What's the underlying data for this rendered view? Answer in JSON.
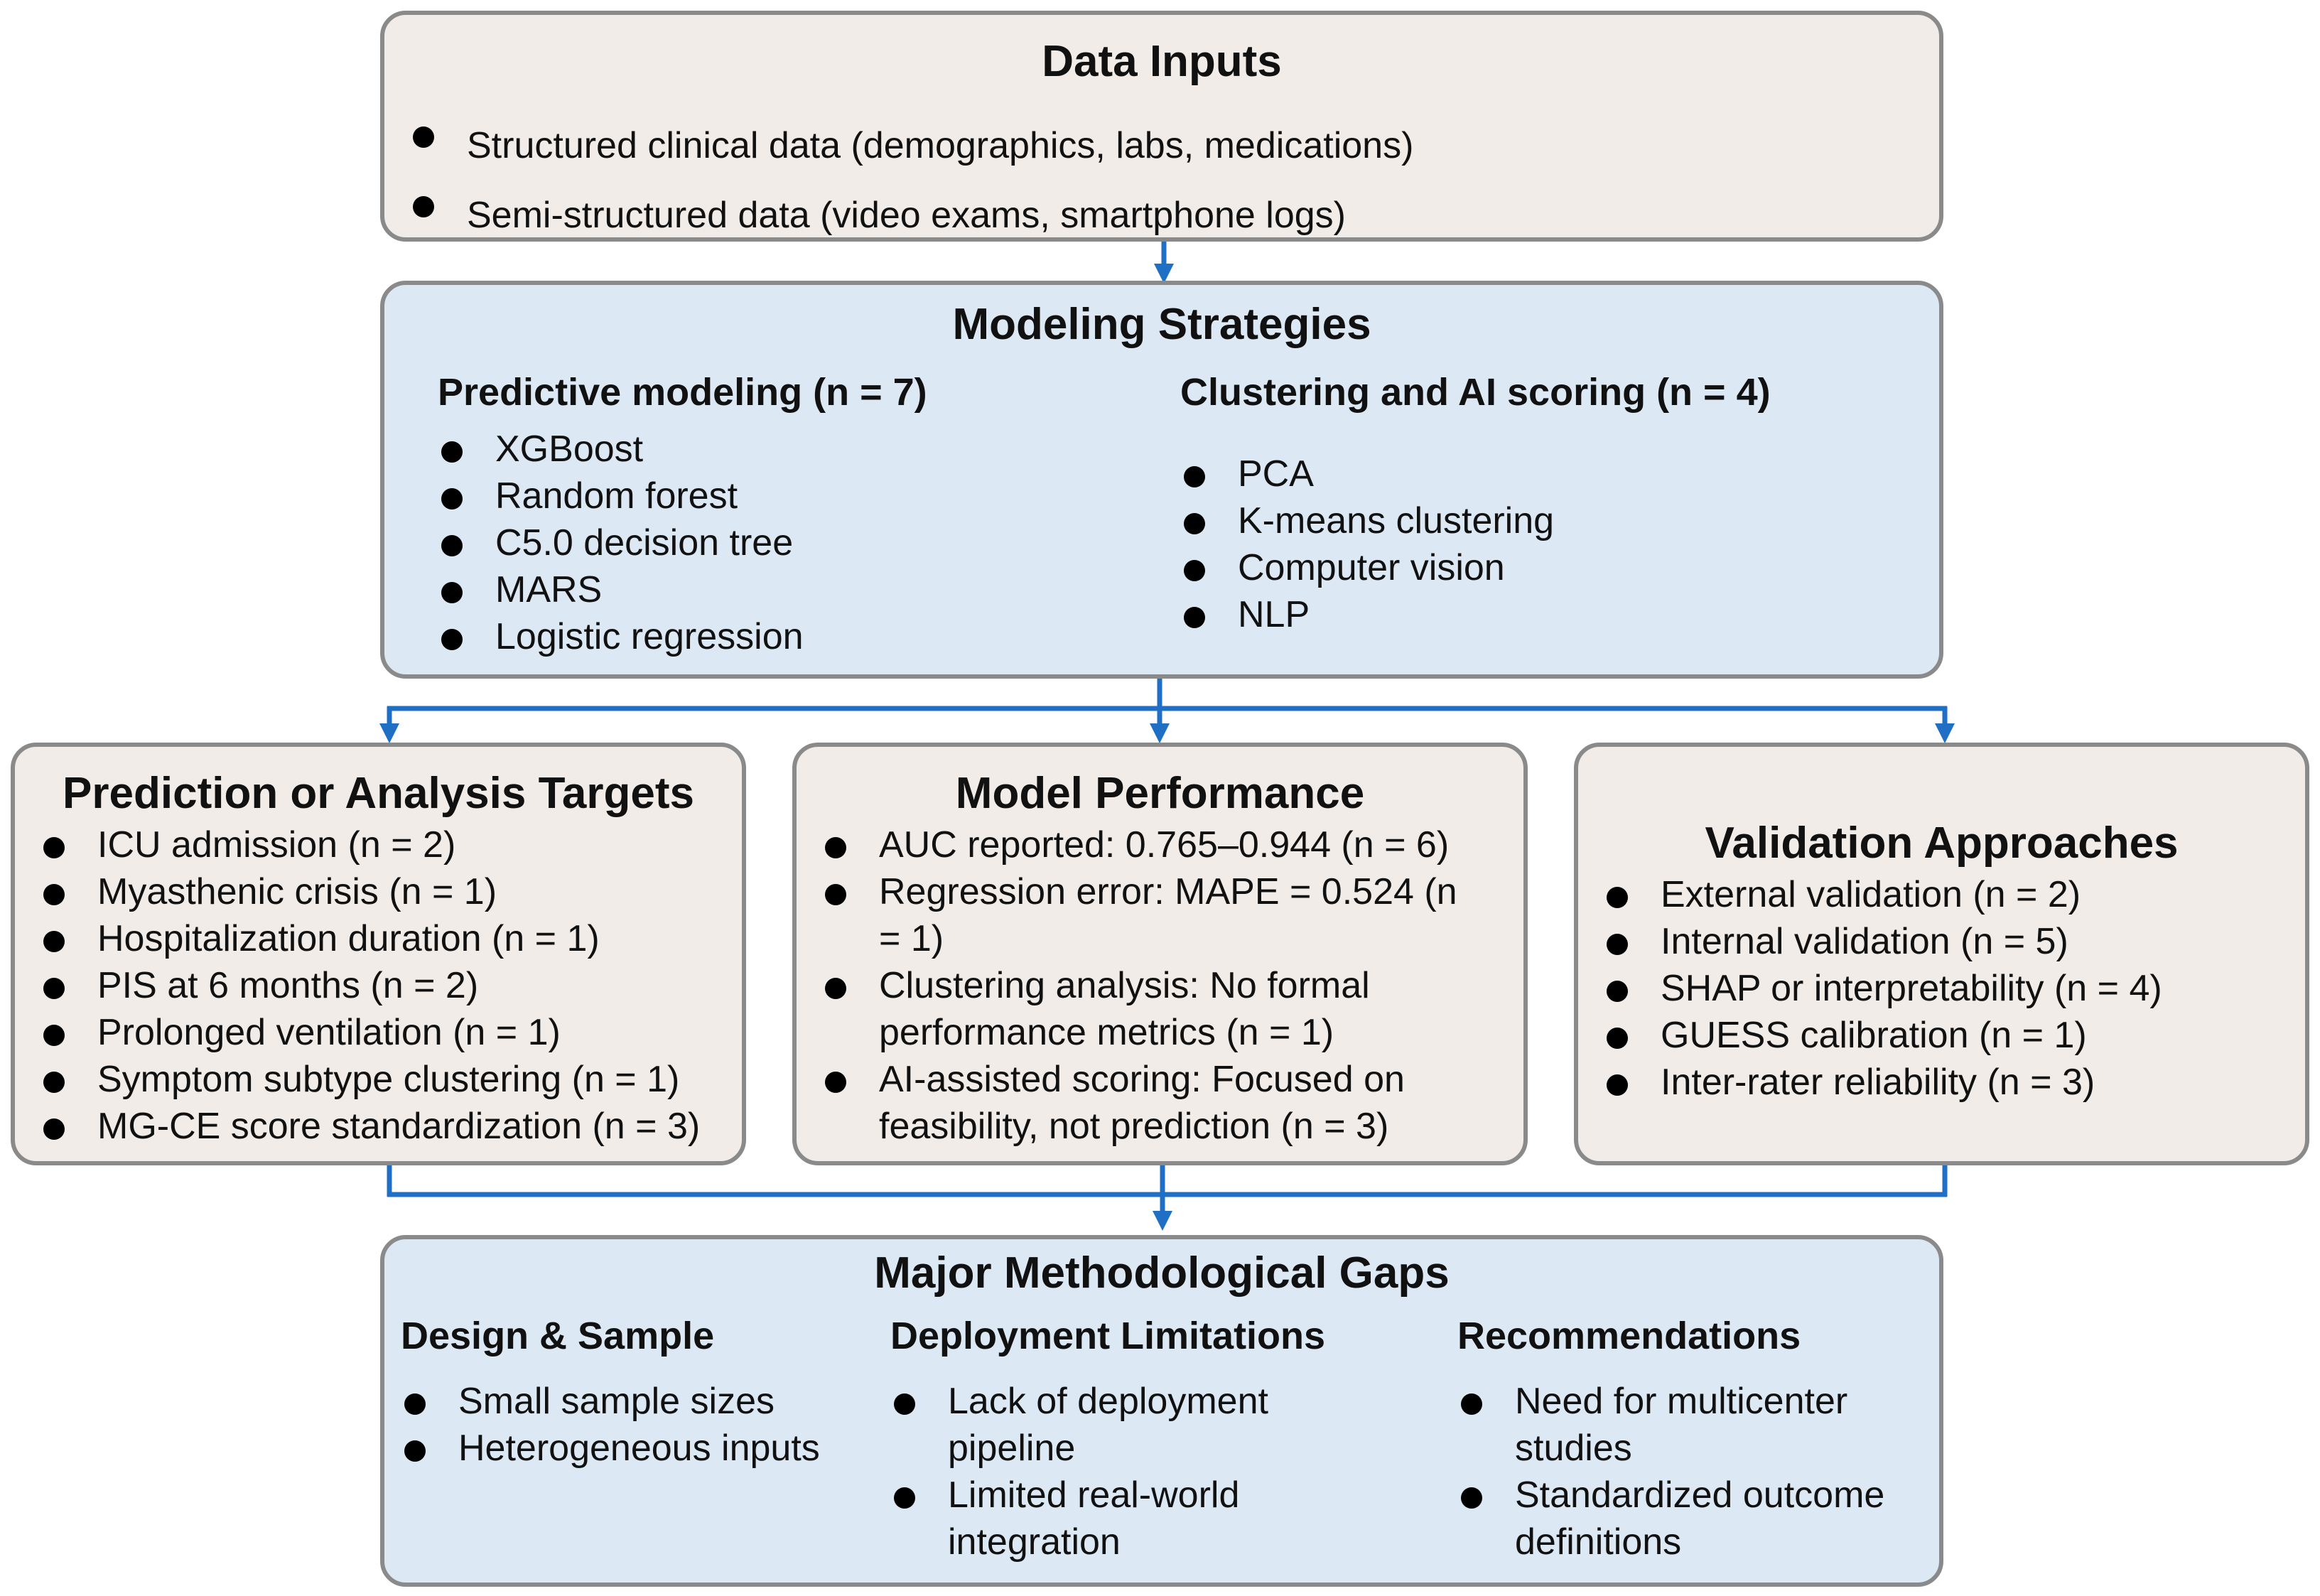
{
  "colors": {
    "arrow": "#1f6fc5",
    "beige_box": "#f1ece8",
    "blue_box": "#dce8f4",
    "border": "#8a8a8a"
  },
  "data_inputs": {
    "title": "Data Inputs",
    "items": [
      "Structured clinical data (demographics, labs, medications)",
      "Semi-structured data (video exams, smartphone logs)"
    ]
  },
  "modeling": {
    "title": "Modeling Strategies",
    "predictive": {
      "title": "Predictive modeling (n = 7)",
      "items": [
        "XGBoost",
        "Random forest",
        "C5.0 decision tree",
        "MARS",
        "Logistic regression"
      ]
    },
    "clustering": {
      "title": "Clustering and AI scoring (n = 4)",
      "items": [
        "PCA",
        "K-means clustering",
        "Computer vision",
        "NLP"
      ]
    }
  },
  "targets": {
    "title": "Prediction or Analysis Targets",
    "items": [
      "ICU admission  (n = 2)",
      "Myasthenic crisis  (n = 1)",
      "Hospitalization duration (n = 1)",
      "PIS at 6 months (n = 2)",
      "Prolonged ventilation (n = 1)",
      "Symptom subtype clustering (n = 1)",
      "MG-CE score standardization (n = 3)"
    ]
  },
  "performance": {
    "title": "Model Performance",
    "items": [
      "AUC reported: 0.765–0.944 (n = 6)",
      "Regression error: MAPE = 0.524 (n = 1)",
      "Clustering analysis: No formal performance metrics (n = 1)",
      "AI-assisted scoring: Focused on feasibility, not prediction (n = 3)"
    ]
  },
  "validation": {
    "title": "Validation Approaches",
    "items": [
      "External validation (n = 2)",
      "Internal validation (n = 5)",
      "SHAP or interpretability (n = 4)",
      "GUESS calibration (n = 1)",
      "Inter-rater reliability (n = 3)"
    ]
  },
  "gaps": {
    "title": "Major Methodological Gaps",
    "design": {
      "title": "Design & Sample",
      "items": [
        "Small sample sizes",
        "Heterogeneous inputs"
      ]
    },
    "deployment": {
      "title": "Deployment Limitations",
      "items": [
        "Lack of deployment pipeline",
        "Limited real-world integration"
      ]
    },
    "recommendations": {
      "title": "Recommendations",
      "items": [
        "Need for multicenter studies",
        "Standardized outcome definitions"
      ]
    }
  }
}
